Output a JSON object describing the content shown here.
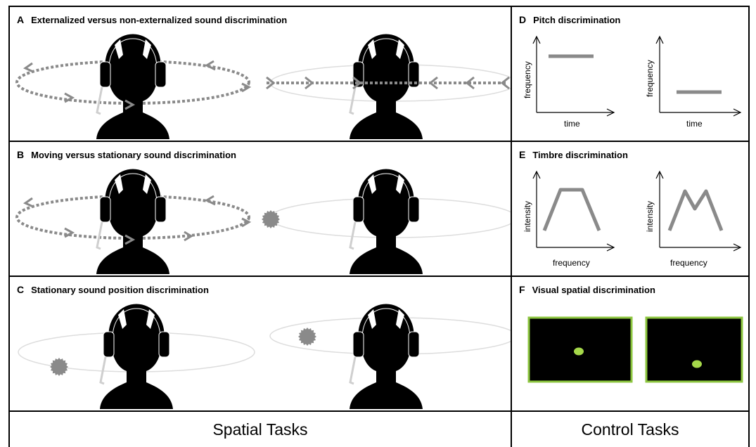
{
  "panels": {
    "A": {
      "letter": "A",
      "title": "Externalized versus non-externalized  sound discrimination"
    },
    "B": {
      "letter": "B",
      "title": "Moving versus stationary sound discrimination"
    },
    "C": {
      "letter": "C",
      "title": "Stationary sound position discrimination"
    },
    "D": {
      "letter": "D",
      "title": "Pitch discrimination",
      "xlabel": "time",
      "ylabel": "frequency"
    },
    "E": {
      "letter": "E",
      "title": "Timbre discrimination",
      "xlabel": "frequency",
      "ylabel": "intensity"
    },
    "F": {
      "letter": "F",
      "title": "Visual spatial discrimination"
    }
  },
  "footer": {
    "left": "Spatial Tasks",
    "right": "Control Tasks"
  },
  "colors": {
    "border": "#000000",
    "sound": "#8a8a8a",
    "ellipse": "#d0d0d0",
    "screen_border": "#8cc63f",
    "dot": "#a5d84a"
  },
  "icons": [
    "head-silhouette-icon",
    "sound-source-icon",
    "direction-arrow-icon"
  ]
}
